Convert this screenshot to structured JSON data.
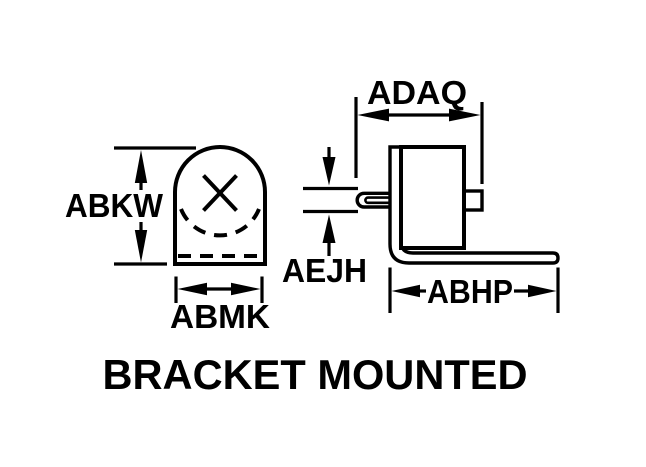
{
  "diagram": {
    "title": "BRACKET MOUNTED",
    "labels": {
      "abkw": "ABKW",
      "abmk": "ABMK",
      "adaq": "ADAQ",
      "aejh": "AEJH",
      "abhp": "ABHP"
    },
    "colors": {
      "line": "#000000",
      "background": "#ffffff"
    }
  }
}
